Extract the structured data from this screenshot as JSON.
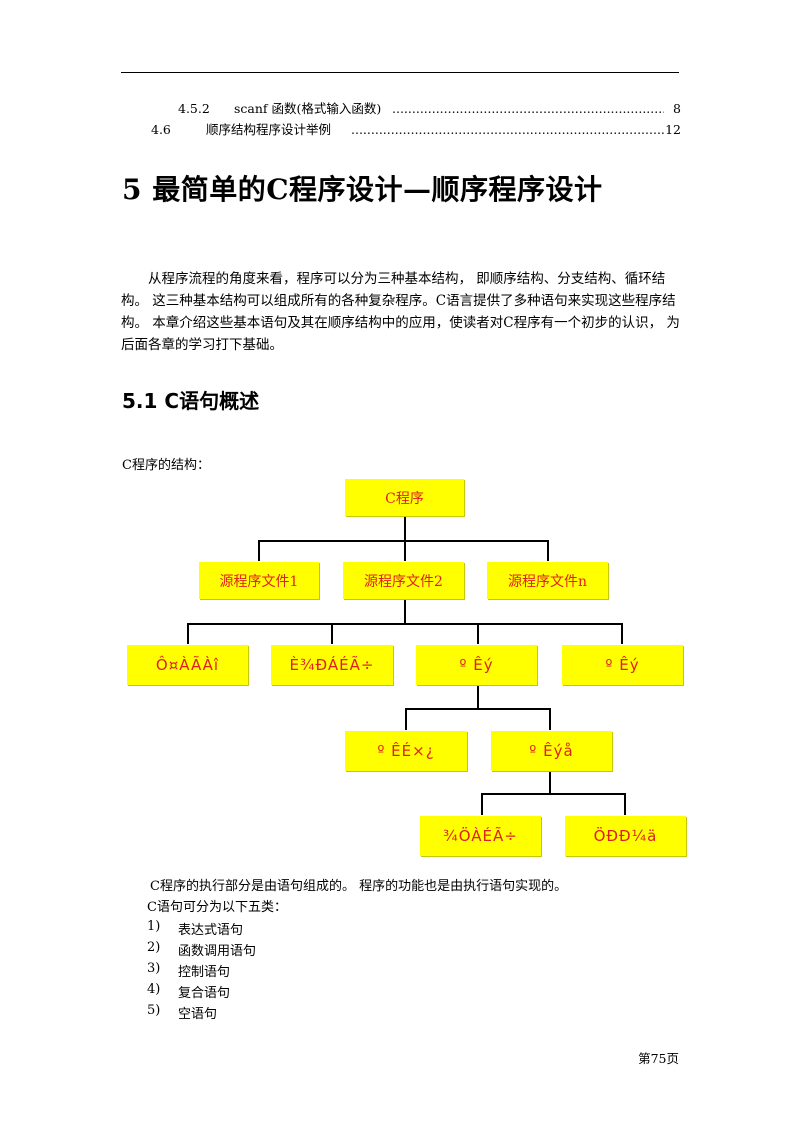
{
  "toc": [
    {
      "num": "4.5.2",
      "title": "scanf 函数(格式输入函数)",
      "page": "8"
    },
    {
      "num": "4.6",
      "title": "顺序结构程序设计举例",
      "page": "12"
    }
  ],
  "chapter_title": "5  最简单的C程序设计—顺序程序设计",
  "intro_paragraph": "从程序流程的角度来看，程序可以分为三种基本结构， 即顺序结构、分支结构、循环结构。 这三种基本结构可以组成所有的各种复杂程序。C语言提供了多种语句来实现这些程序结构。 本章介绍这些基本语句及其在顺序结构中的应用，使读者对C程序有一个初步的认识， 为后面各章的学习打下基础。",
  "section_title": "5.1  C语句概述",
  "diagram_caption": "C程序的结构：",
  "diagram": {
    "root": "C程序",
    "level2": [
      "源程序文件1",
      "源程序文件2",
      "源程序文件n"
    ],
    "level3": [
      "Ô¤ÀÃÀî",
      "È¾ÐÁÉÃ÷",
      "º Êý",
      "º Êý"
    ],
    "level4": [
      "º ÊÉ×¿",
      "º Êýå"
    ],
    "level5": [
      "¾ÖÀÉÃ÷",
      "ÖÐÐ¼ä"
    ]
  },
  "after_diagram": [
    "C程序的执行部分是由语句组成的。 程序的功能也是由执行语句实现的。",
    "C语句可分为以下五类："
  ],
  "list": [
    {
      "num": "1)",
      "text": "表达式语句"
    },
    {
      "num": "2)",
      "text": "函数调用语句"
    },
    {
      "num": "3)",
      "text": "控制语句"
    },
    {
      "num": "4)",
      "text": "复合语句"
    },
    {
      "num": "5)",
      "text": "空语句"
    }
  ],
  "footer_page": "第75页"
}
